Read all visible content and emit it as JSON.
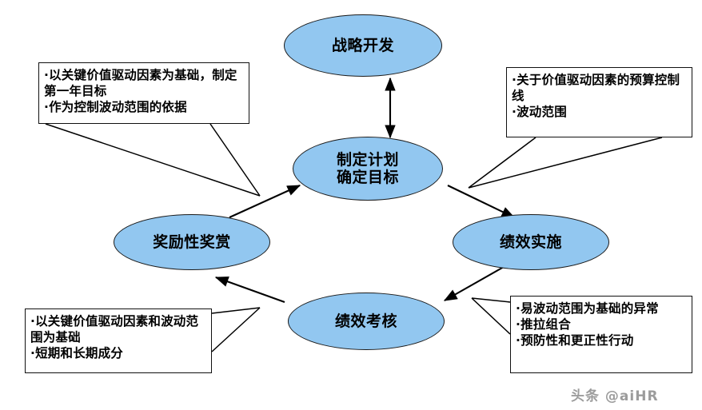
{
  "diagram": {
    "nodes": [
      {
        "id": "strategy",
        "label": "战略开发"
      },
      {
        "id": "plan",
        "label": "制定计划\n确定目标"
      },
      {
        "id": "reward",
        "label": "奖励性奖赏"
      },
      {
        "id": "execute",
        "label": "绩效实施"
      },
      {
        "id": "appraise",
        "label": "绩效考核"
      }
    ],
    "callouts": [
      {
        "id": "top-left",
        "lines": [
          "·以关键价值驱动因素为基础，制定第一年目标",
          "·作为控制波动范围的依据"
        ]
      },
      {
        "id": "top-right",
        "lines": [
          "·关于价值驱动因素的预算控制线",
          "·波动范围"
        ]
      },
      {
        "id": "bottom-left",
        "lines": [
          "·以关键价值驱动因素和波动范围为基础",
          "·短期和长期成分"
        ]
      },
      {
        "id": "bottom-right",
        "lines": [
          "·易波动范围为基础的异常",
          "·推拉组合",
          "·预防性和更正性行动"
        ]
      }
    ],
    "watermark": "头条 @aiHR",
    "colors": {
      "node_fill": "#92C7F0",
      "node_stroke": "#1a1a1a",
      "callout_stroke": "#111111",
      "arrow": "#000000",
      "watermark": "#9c9c9c"
    }
  }
}
